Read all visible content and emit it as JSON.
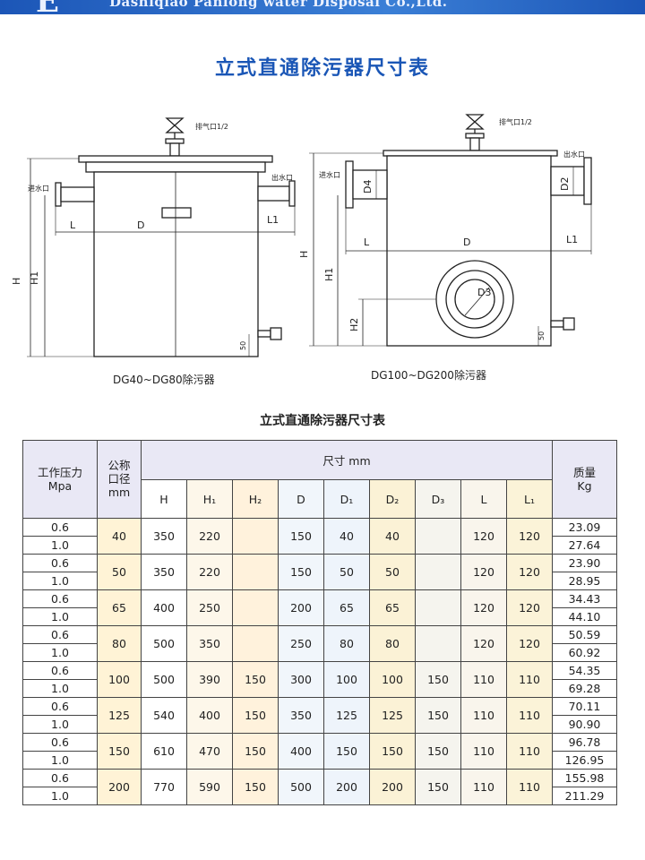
{
  "header": {
    "logo": "E",
    "company": "Dashiqiao Panlong water  Disposal Co.,Ltd."
  },
  "title": "立式直通除污器尺寸表",
  "drawing_left": {
    "caption": "DG40~DG80除污器",
    "vent_label": "排气口1/2",
    "inlet_label": "进水口",
    "outlet_label": "出水口",
    "dim_L": "L",
    "dim_D": "D",
    "dim_L1": "L1",
    "dim_H": "H",
    "dim_H1": "H1",
    "dim_50": "50"
  },
  "drawing_right": {
    "caption": "DG100~DG200除污器",
    "vent_label": "排气口1/2",
    "inlet_label": "进水口",
    "outlet_label": "出水口",
    "dim_D4": "D4",
    "dim_D2": "D2",
    "dim_L": "L",
    "dim_D": "D",
    "dim_L1": "L1",
    "dim_H": "H",
    "dim_H1": "H1",
    "dim_H2": "H2",
    "dim_D3": "D3",
    "dim_50": "50"
  },
  "table": {
    "title": "立式直通除污器尺寸表",
    "header_pressure": [
      "工作压力",
      "Mpa"
    ],
    "header_dn": [
      "公称",
      "口径",
      "mm"
    ],
    "header_dims": "尺寸    mm",
    "header_mass": [
      "质量",
      "Kg"
    ],
    "sub_headers": [
      "H",
      "H₁",
      "H₂",
      "D",
      "D₁",
      "D₂",
      "D₃",
      "L",
      "L₁"
    ],
    "rows": [
      {
        "p1": "0.6",
        "p2": "1.0",
        "dn": "40",
        "vals": [
          "350",
          "220",
          "",
          "150",
          "40",
          "40",
          "",
          "120",
          "120"
        ],
        "m1": "23.09",
        "m2": "27.64"
      },
      {
        "p1": "0.6",
        "p2": "1.0",
        "dn": "50",
        "vals": [
          "350",
          "220",
          "",
          "150",
          "50",
          "50",
          "",
          "120",
          "120"
        ],
        "m1": "23.90",
        "m2": "28.95"
      },
      {
        "p1": "0.6",
        "p2": "1.0",
        "dn": "65",
        "vals": [
          "400",
          "250",
          "",
          "200",
          "65",
          "65",
          "",
          "120",
          "120"
        ],
        "m1": "34.43",
        "m2": "44.10"
      },
      {
        "p1": "0.6",
        "p2": "1.0",
        "dn": "80",
        "vals": [
          "500",
          "350",
          "",
          "250",
          "80",
          "80",
          "",
          "120",
          "120"
        ],
        "m1": "50.59",
        "m2": "60.92"
      },
      {
        "p1": "0.6",
        "p2": "1.0",
        "dn": "100",
        "vals": [
          "500",
          "390",
          "150",
          "300",
          "100",
          "100",
          "150",
          "110",
          "110"
        ],
        "m1": "54.35",
        "m2": "69.28"
      },
      {
        "p1": "0.6",
        "p2": "1.0",
        "dn": "125",
        "vals": [
          "540",
          "400",
          "150",
          "350",
          "125",
          "125",
          "150",
          "110",
          "110"
        ],
        "m1": "70.11",
        "m2": "90.90"
      },
      {
        "p1": "0.6",
        "p2": "1.0",
        "dn": "150",
        "vals": [
          "610",
          "470",
          "150",
          "400",
          "150",
          "150",
          "150",
          "110",
          "110"
        ],
        "m1": "96.78",
        "m2": "126.95"
      },
      {
        "p1": "0.6",
        "p2": "1.0",
        "dn": "200",
        "vals": [
          "770",
          "590",
          "150",
          "500",
          "200",
          "200",
          "150",
          "110",
          "110"
        ],
        "m1": "155.98",
        "m2": "211.29"
      }
    ]
  },
  "colors": {
    "brand_blue": "#1a56b6",
    "header_band": "#1c56b7",
    "line": "#222222",
    "table_header_bg": "#e9e8f5",
    "dn_column_bg": "#fff3d6"
  }
}
